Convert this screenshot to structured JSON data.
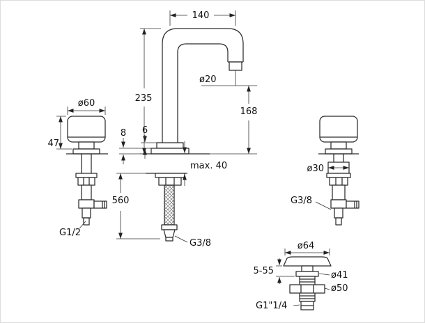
{
  "drawing": {
    "spout": {
      "width": "140",
      "height": "235",
      "outlet_diameter": "ø20",
      "outlet_height": "168",
      "base_height": "8",
      "collar_height": "6",
      "deck_thickness": "max. 40",
      "hose_length": "560",
      "hose_connection": "G3/8"
    },
    "left_valve": {
      "handle_diameter": "ø60",
      "handle_height": "47",
      "connection": "G1/2"
    },
    "right_valve": {
      "body_diameter": "ø30",
      "connection": "G3/8"
    },
    "drain": {
      "cap_diameter": "ø64",
      "adjust_range": "5-55",
      "neck_diameter": "ø41",
      "body_diameter": "ø50",
      "connection": "G1\"1/4"
    }
  }
}
